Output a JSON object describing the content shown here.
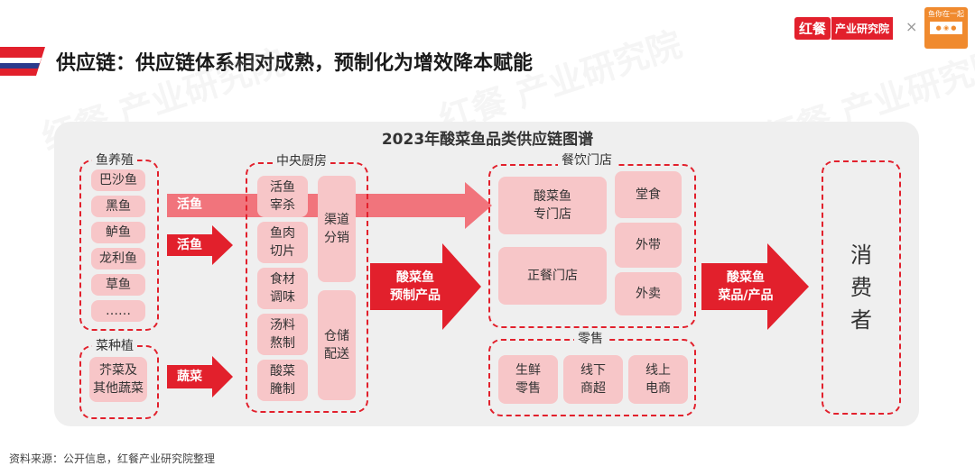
{
  "header": {
    "title": "供应链：供应链体系相对成熟，预制化为增效降本赋能",
    "brand_mark": "红餐",
    "brand_name": "产业研究院",
    "cross": "×",
    "partner_logo": "鱼你在一起"
  },
  "watermark": "红餐 产业研究院",
  "diagram": {
    "title": "2023年酸菜鱼品类供应链图谱",
    "fish_farming": {
      "label": "鱼养殖",
      "items": [
        "巴沙鱼",
        "黑鱼",
        "鲈鱼",
        "龙利鱼",
        "草鱼",
        "……"
      ]
    },
    "veg_farming": {
      "label": "菜种植",
      "items": [
        "芥菜及\n其他蔬菜"
      ]
    },
    "arrows": {
      "live_fish_direct": "活鱼",
      "live_fish": "活鱼",
      "vegetables": "蔬菜",
      "prepared": "酸菜鱼\n预制产品",
      "to_consumer": "酸菜鱼\n菜品/产品"
    },
    "central_kitchen": {
      "label": "中央厨房",
      "steps": [
        "活鱼\n宰杀",
        "鱼肉\n切片",
        "食材\n调味",
        "汤料\n熬制",
        "酸菜\n腌制"
      ],
      "channel": "渠道\n分销",
      "storage": "仓储\n配送"
    },
    "restaurants": {
      "label": "餐饮门店",
      "stores": [
        "酸菜鱼\n专门店",
        "正餐门店"
      ],
      "modes": [
        "堂食",
        "外带",
        "外卖"
      ]
    },
    "retail": {
      "label": "零售",
      "items": [
        "生鲜\n零售",
        "线下\n商超",
        "线上\n电商"
      ]
    },
    "consumer": "消\n费\n者"
  },
  "source": "资料来源：公开信息，红餐产业研究院整理",
  "colors": {
    "accent": "#e2202c",
    "pill": "#f7c6c8",
    "panel": "#efefef",
    "navy": "#2b3a8c"
  }
}
